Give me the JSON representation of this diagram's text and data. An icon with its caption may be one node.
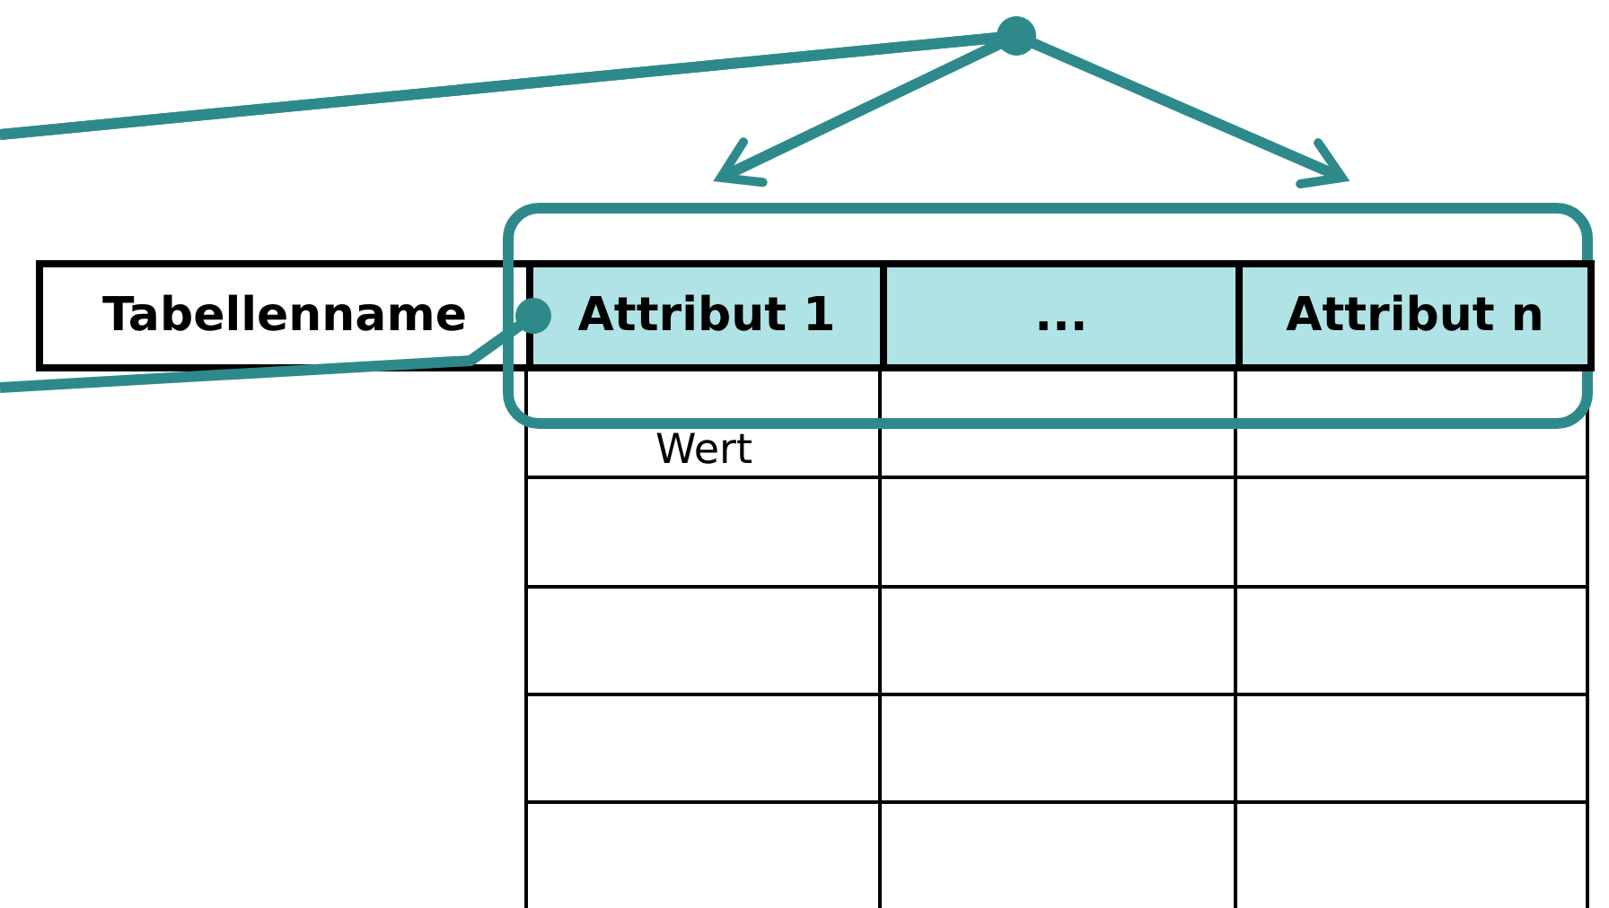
{
  "diagram": {
    "nodes": [
      {
        "text": [
          "Tabellenname"
        ]
      },
      {
        "text": [],
        "shape": "box"
      },
      {
        "text": [
          "Attribut 1"
        ],
        "in": 1
      },
      {
        "text": [
          "..."
        ],
        "in": 1
      },
      {
        "text": [
          "Attribut n"
        ],
        "in": 1
      }
    ],
    "edges": [
      {
        "from": null,
        "to": 1,
        "arrow": "to"
      },
      {
        "from": null,
        "to": 1,
        "arrow": "to"
      },
      {
        "from": null,
        "to": 0,
        "arrow": "other"
      }
    ],
    "labels": [
      "Wert"
    ]
  }
}
